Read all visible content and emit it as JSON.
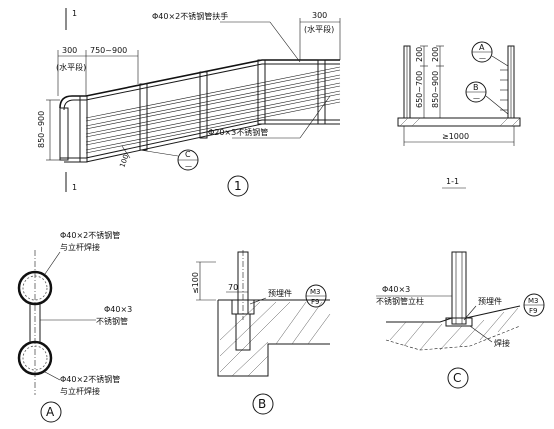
{
  "section_mark": "1",
  "detail_1": {
    "label": "1",
    "dim_top_300": "300",
    "dim_top_300_note": "(水平段)",
    "dim_left_300": "300",
    "dim_left_300_note": "(水平段)",
    "dim_750_900": "750~900",
    "handrail_label": "Φ40×2不锈钢管扶手",
    "rail_label": "Φ20×3不锈钢管",
    "dim_height": "850~900",
    "dim_100": "100",
    "callout_c": "C",
    "callout_c_sub": "—"
  },
  "section_1_1": {
    "title": "1-1",
    "dim_200": "200",
    "dim_650_700": "650~700",
    "dim_200b": "200",
    "dim_850_900": "850~900",
    "dim_width": "≥1000",
    "callout_a": "A",
    "callout_a_sub": "—",
    "callout_b": "B",
    "callout_b_sub": "—"
  },
  "detail_a": {
    "label": "A",
    "note_top_1": "Φ40×2不锈钢管",
    "note_top_2": "与立杆焊接",
    "note_mid_1": "Φ40×3",
    "note_mid_2": "不锈钢管",
    "note_bot_1": "Φ40×2不锈钢管",
    "note_bot_2": "与立杆焊接"
  },
  "detail_b": {
    "label": "B",
    "dim_100": "≤100",
    "dim_70": "70",
    "embed_label": "预埋件",
    "tag_top": "M3",
    "tag_bot": "F9"
  },
  "detail_c": {
    "label": "C",
    "pipe_1": "Φ40×3",
    "pipe_2": "不锈钢管立柱",
    "embed_label": "预埋件",
    "weld_label": "焊接",
    "tag_top": "M3",
    "tag_bot": "F9"
  }
}
